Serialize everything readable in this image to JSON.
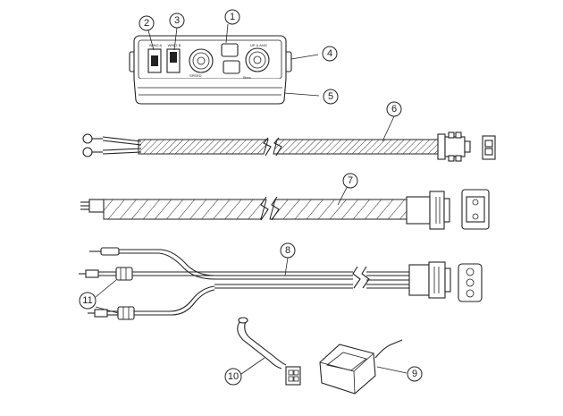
{
  "diagram": {
    "callouts": [
      {
        "id": "c1",
        "label": "1"
      },
      {
        "id": "c2",
        "label": "2"
      },
      {
        "id": "c3",
        "label": "3"
      },
      {
        "id": "c4",
        "label": "4"
      },
      {
        "id": "c5",
        "label": "5"
      },
      {
        "id": "c6",
        "label": "6"
      },
      {
        "id": "c7",
        "label": "7"
      },
      {
        "id": "c8",
        "label": "8"
      },
      {
        "id": "c9",
        "label": "9"
      },
      {
        "id": "c10",
        "label": "10"
      },
      {
        "id": "c11",
        "label": "11"
      }
    ],
    "control_panel": {
      "switch_left_label": "WING A",
      "switch_right_label": "WING B",
      "knob_left_label": "SPEED",
      "knob_right_label": "UP & ANG",
      "brand": "Boss"
    }
  }
}
